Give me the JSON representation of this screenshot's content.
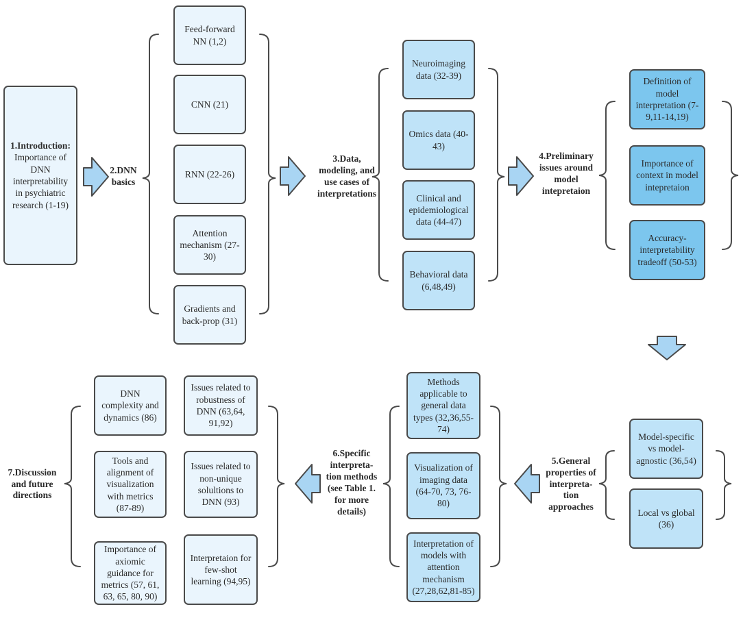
{
  "intro": {
    "title": "1.Introduction:",
    "text": "Importance of DNN interpretability in psychiatric research (1-19)"
  },
  "sec2": {
    "label": "2.DNN basics",
    "items": [
      "Feed-forward NN (1,2)",
      "CNN (21)",
      "RNN (22-26)",
      "Attention mechanism (27-30)",
      "Gradients and back-prop (31)"
    ]
  },
  "sec3": {
    "label": "3.Data, modeling, and use cases of interpretations",
    "items": [
      "Neuroimaging data (32-39)",
      "Omics data (40-43)",
      "Clinical and epidemiological data (44-47)",
      "Behavioral data (6,48,49)"
    ]
  },
  "sec4": {
    "label": "4.Preliminary issues around model intepretaion",
    "items": [
      "Definition of model interpretation (7-9,11-14,19)",
      "Importance of context in model intepretaion",
      "Accuracy-interpretability tradeoff (50-53)"
    ]
  },
  "sec5": {
    "label": "5.General properties of interpreta-tion approaches",
    "items": [
      "Model-specific vs model-agnostic (36,54)",
      "Local vs global (36)"
    ]
  },
  "sec6": {
    "label": "6.Specific interpreta-tion methods (see Table 1. for more details)",
    "items": [
      "Methods applicable to general data types (32,36,55-74)",
      "Visualization of imaging data (64-70, 73, 76-80)",
      "Interpretation of models with attention mechanism (27,28,62,81-85)"
    ]
  },
  "sec7": {
    "label": "7.Discussion and future directions",
    "left": [
      "DNN complexity and dynamics (86)",
      "Tools and alignment of visualization with metrics (87-89)",
      "Importance of axiomic guidance for metrics (57, 61, 63, 65, 80, 90)"
    ],
    "right": [
      "Issues related to robustness of DNN (63,64, 91,92)",
      "Issues related to non-unique solultions to DNN (93)",
      "Interpretaion for few-shot learning (94,95)"
    ]
  },
  "colors": {
    "pale": "#eaf5fd",
    "mid": "#bfe3f8",
    "deep": "#7cc6ee",
    "border": "#4a4a4a",
    "arrow": "#a9d5f3"
  }
}
